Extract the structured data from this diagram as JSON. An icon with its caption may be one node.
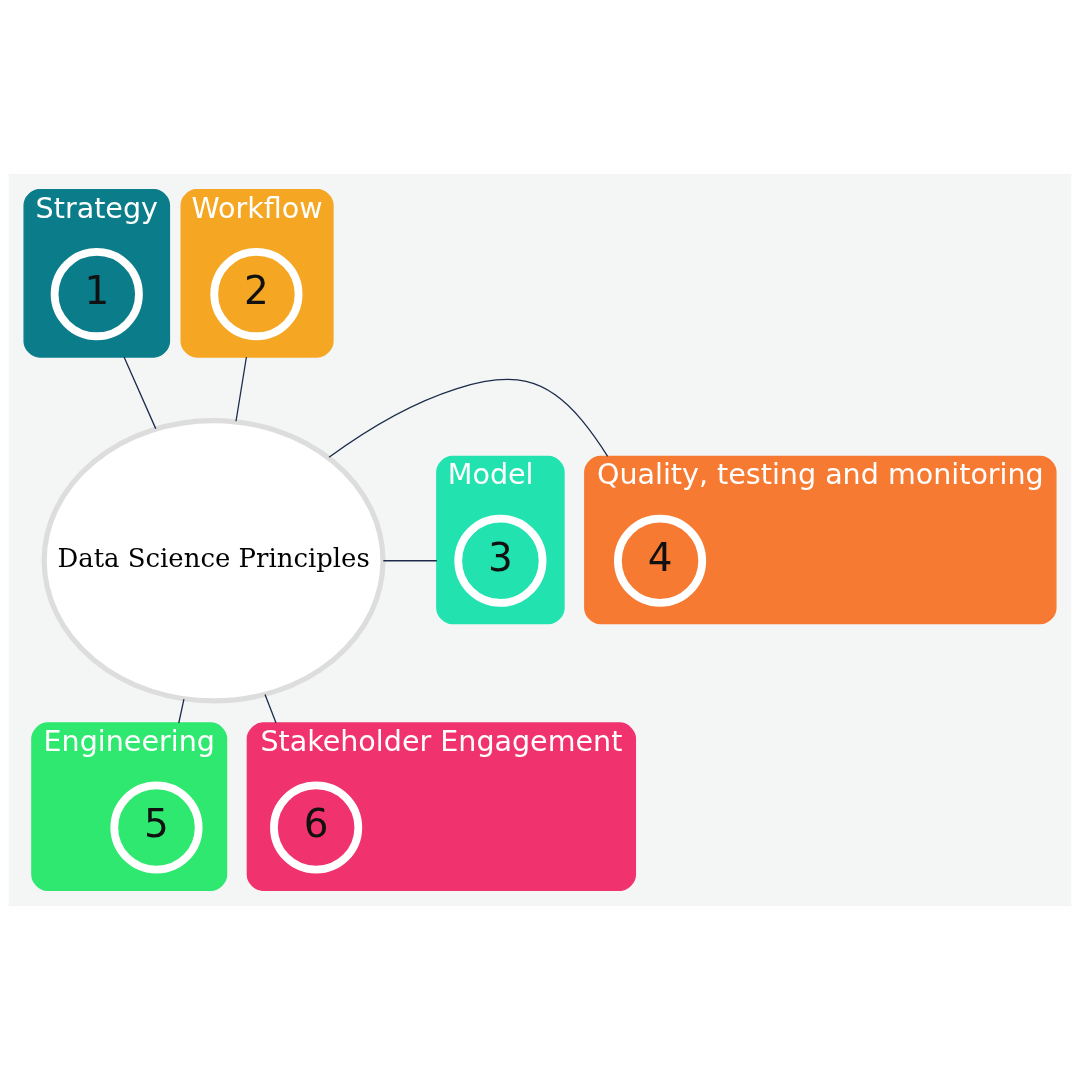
{
  "diagram": {
    "nodes": [
      {
        "text": [
          "Data Science Principles"
        ]
      },
      {
        "text": [
          "Strategy"
        ]
      },
      {
        "text": [
          "1"
        ],
        "in": 1
      },
      {
        "text": [
          "Workflow"
        ]
      },
      {
        "text": [
          "2"
        ],
        "in": 3
      },
      {
        "text": [
          "Model"
        ]
      },
      {
        "text": [
          "3"
        ],
        "in": 5
      },
      {
        "text": [
          "Quality, testing and monitoring"
        ]
      },
      {
        "text": [
          "4"
        ],
        "in": 7
      },
      {
        "text": [
          "Engineering"
        ]
      },
      {
        "text": [
          "5"
        ],
        "in": 9
      },
      {
        "text": [
          "Stakeholder Engagement"
        ]
      },
      {
        "text": [
          "6"
        ],
        "in": 11
      }
    ],
    "edges": [
      {
        "from": 0,
        "to": 1,
        "arrow": "none"
      },
      {
        "from": 0,
        "to": 3,
        "arrow": "none"
      },
      {
        "from": 0,
        "to": 5,
        "arrow": "none"
      },
      {
        "from": 0,
        "to": 7,
        "arrow": "none"
      },
      {
        "from": 0,
        "to": 9,
        "arrow": "none"
      },
      {
        "from": 0,
        "to": 11,
        "arrow": "none"
      }
    ]
  }
}
